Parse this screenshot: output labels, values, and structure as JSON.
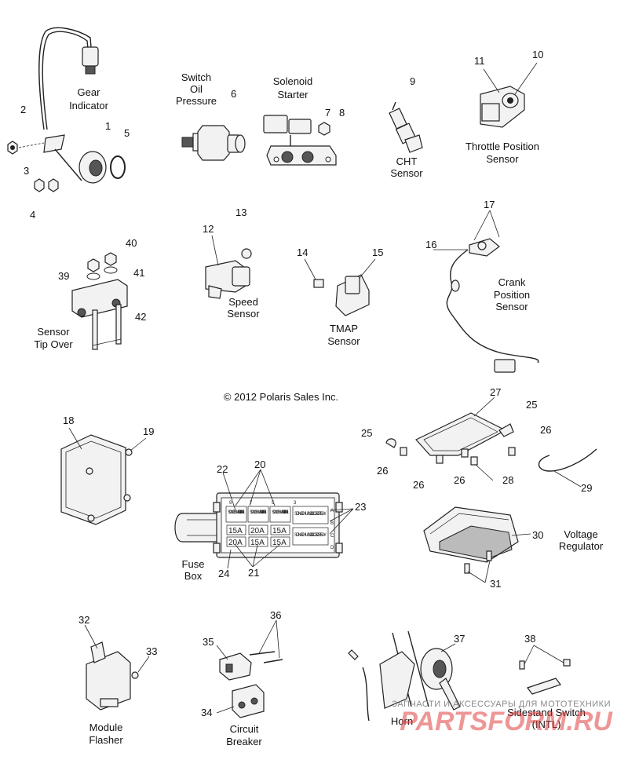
{
  "copyright": "© 2012 Polaris Sales Inc.",
  "labels": {
    "gear_indicator": [
      "Gear",
      "Indicator"
    ],
    "switch_oil_pressure": [
      "Switch",
      "Oil",
      "Pressure"
    ],
    "solenoid_starter": [
      "Solenoid",
      "Starter"
    ],
    "cht_sensor": [
      "CHT",
      "Sensor"
    ],
    "throttle_position_sensor": [
      "Throttle Position",
      "Sensor"
    ],
    "speed_sensor": [
      "Speed",
      "Sensor"
    ],
    "tmap_sensor": [
      "TMAP",
      "Sensor"
    ],
    "crank_position_sensor": [
      "Crank",
      "Position",
      "Sensor"
    ],
    "sensor_tip_over": [
      "Sensor",
      "Tip Over"
    ],
    "fuse_box": [
      "Fuse",
      "Box"
    ],
    "voltage_regulator": [
      "Voltage",
      "Regulator"
    ],
    "module_flasher": [
      "Module",
      "Flasher"
    ],
    "circuit_breaker": [
      "Circuit",
      "Breaker"
    ],
    "horn": "Horn",
    "sidestand_switch": [
      "Sidestand Switch",
      "(INTL)"
    ]
  },
  "callouts": [
    "1",
    "2",
    "3",
    "4",
    "5",
    "6",
    "7",
    "8",
    "9",
    "10",
    "11",
    "12",
    "13",
    "14",
    "15",
    "16",
    "17",
    "18",
    "19",
    "20",
    "21",
    "22",
    "23",
    "24",
    "25",
    "25",
    "26",
    "26",
    "26",
    "26",
    "27",
    "28",
    "29",
    "30",
    "31",
    "32",
    "33",
    "34",
    "35",
    "36",
    "37",
    "38",
    "39",
    "40",
    "41",
    "42"
  ],
  "fuse_box": {
    "columns": [
      "9",
      "7",
      "5",
      "3"
    ],
    "rows": [
      "A",
      "B",
      "C",
      "D"
    ],
    "relay_text": "SONG CHUAN 301-1C-S-01 RELAY",
    "small_relay_text": "SONG CHUAN 303-1AH -S-01",
    "amps_row1": [
      "15A",
      "20A",
      "15A"
    ],
    "amps_row2": [
      "20A",
      "15A",
      "15A"
    ]
  },
  "watermark": {
    "line1": "ЗАПЧАСТИ И АКСЕССУАРЫ ДЛЯ МОТОТЕХНИКИ",
    "line2": "PARTSFORM.RU"
  }
}
